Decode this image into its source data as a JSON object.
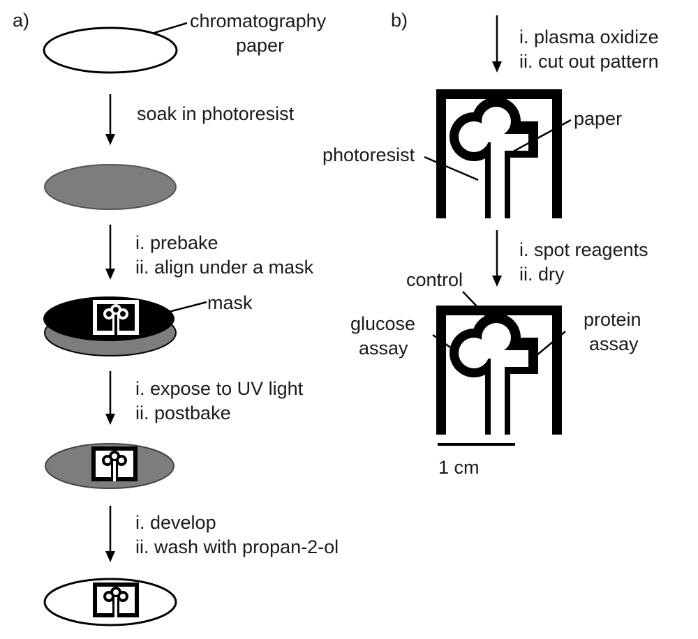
{
  "panel_a": {
    "label": "a)",
    "paper_label_line1": "chromatography",
    "paper_label_line2": "paper",
    "step1": "soak in photoresist",
    "step2_line1": "i. prebake",
    "step2_line2": "ii. align under a mask",
    "mask_label": "mask",
    "step3_line1": "i. expose to UV light",
    "step3_line2": "ii. postbake",
    "step4_line1": "i. develop",
    "step4_line2": "ii. wash with propan-2-ol"
  },
  "panel_b": {
    "label": "b)",
    "step1_line1": "i. plasma oxidize",
    "step1_line2": "ii. cut out pattern",
    "paper_label": "paper",
    "photoresist_label": "photoresist",
    "step2_line1": "i. spot reagents",
    "step2_line2": "ii. dry",
    "control_label": "control",
    "glucose_line1": "glucose",
    "glucose_line2": "assay",
    "protein_line1": "protein",
    "protein_line2": "assay",
    "scale_label": "1 cm"
  },
  "colors": {
    "ink": "#000000",
    "photoresist_gray": "#7d7d7d",
    "paper_white": "#ffffff"
  }
}
